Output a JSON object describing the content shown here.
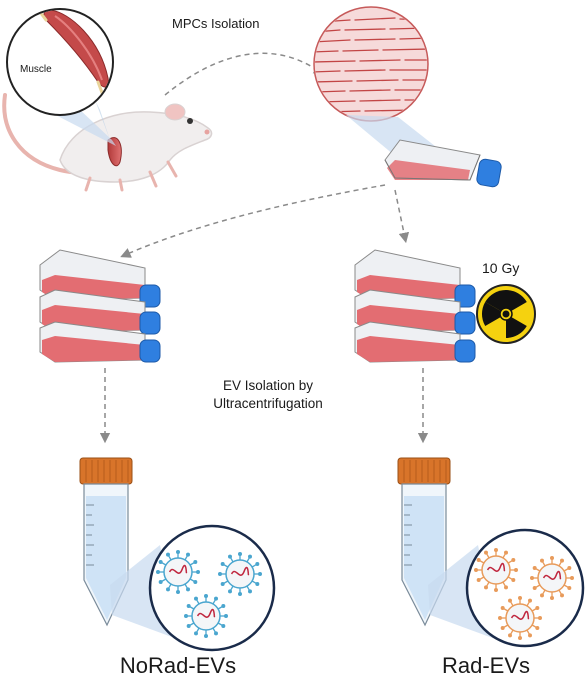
{
  "labels": {
    "muscle": "Muscle",
    "mpc_isolation": "MPCs Isolation",
    "dose": "10 Gy",
    "ev_isolation_line1": "EV Isolation by",
    "ev_isolation_line2": "Ultracentrifugation",
    "norad": "NoRad-EVs",
    "rad": "Rad-EVs"
  },
  "icons": [
    "mouse-icon",
    "muscle-icon",
    "muscle-fiber-icon",
    "culture-flask-icon",
    "flask-stack-icon",
    "radiation-icon",
    "centrifuge-tube-icon",
    "ev-vesicle-icon",
    "arrow-icon"
  ],
  "colors": {
    "media": "#e36d72",
    "cap_blue": "#2f7fe0",
    "tube_cap": "#d8742a",
    "tube_liquid": "#cfe3f6",
    "ev_norad": "#4aa6cf",
    "ev_rad": "#e89b5b",
    "rna": "#c0273f",
    "radiation_yellow": "#f5d20f",
    "arrow": "#8a8a8a"
  }
}
